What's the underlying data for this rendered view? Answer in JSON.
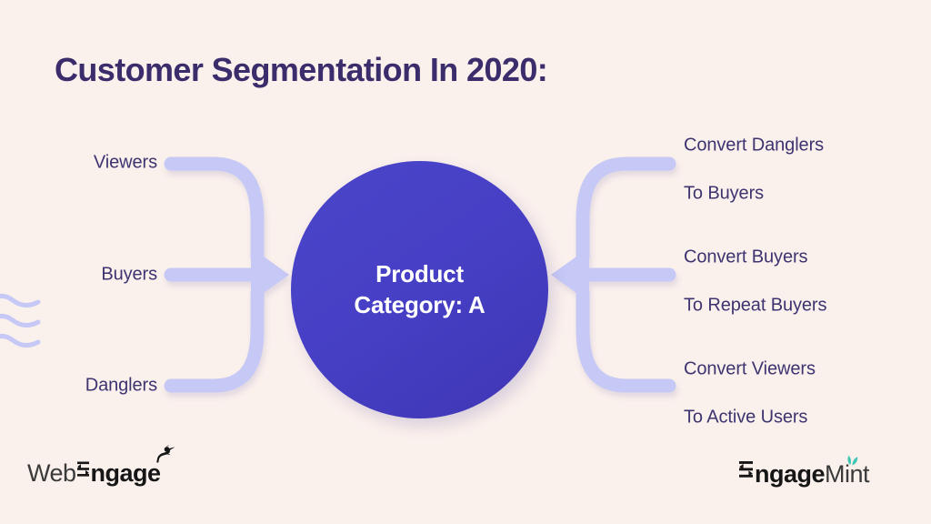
{
  "page": {
    "title": "Customer Segmentation In 2020:",
    "background_color": "#FAF0EC",
    "title_color": "#3B2C6B",
    "label_color": "#3D3470",
    "connector_color": "#C6C8F5",
    "node_gradient_from": "#4A45C9",
    "node_gradient_to": "#3F36B4"
  },
  "diagram": {
    "type": "mind-map",
    "center": {
      "line1": "Product",
      "line2": "Category: A",
      "text": "Product Category: A"
    },
    "inputs": [
      {
        "label": "Viewers"
      },
      {
        "label": "Buyers"
      },
      {
        "label": "Danglers"
      }
    ],
    "outputs": [
      {
        "line1": "Convert Danglers",
        "line2": "To Buyers"
      },
      {
        "line1": "Convert Buyers",
        "line2": "To Repeat Buyers"
      },
      {
        "line1": "Convert Viewers",
        "line2": "To Active Users"
      }
    ]
  },
  "decor": {
    "waves_icon": "wavy-lines-icon",
    "waves_color": "#C6C8F5"
  },
  "logos": {
    "left": {
      "name": "webengage-logo",
      "part1": "Web",
      "part2": "ngage",
      "mark": "arrow-e-icon",
      "bird": "bird-icon"
    },
    "right": {
      "name": "engagemint-logo",
      "part1": "ngage",
      "part2": "Mint",
      "mark": "arrow-e-icon",
      "leaves": "mint-leaves-icon",
      "leaf_color": "#3FC7B4"
    }
  }
}
